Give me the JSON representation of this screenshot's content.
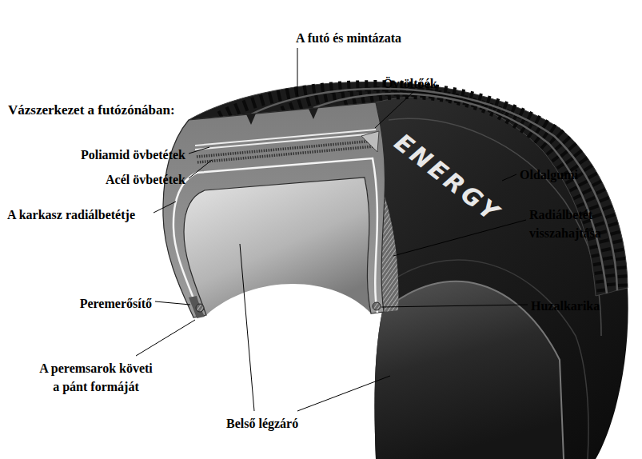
{
  "diagram": {
    "labels": [
      "A futó és mintázata",
      "Övtöltőék",
      "Vázszerkezet a futózónában:",
      "Poliamid övbetétek",
      "Acél övbetétek",
      "A karkasz radiálbetétje",
      "Oldalgumi",
      "Radiálbetét visszahajtása",
      "Peremerősítő",
      "Huzalkarika",
      "A peremsarok követi a pánt formáját",
      "Belső légzáró",
      "ENERGY"
    ]
  }
}
